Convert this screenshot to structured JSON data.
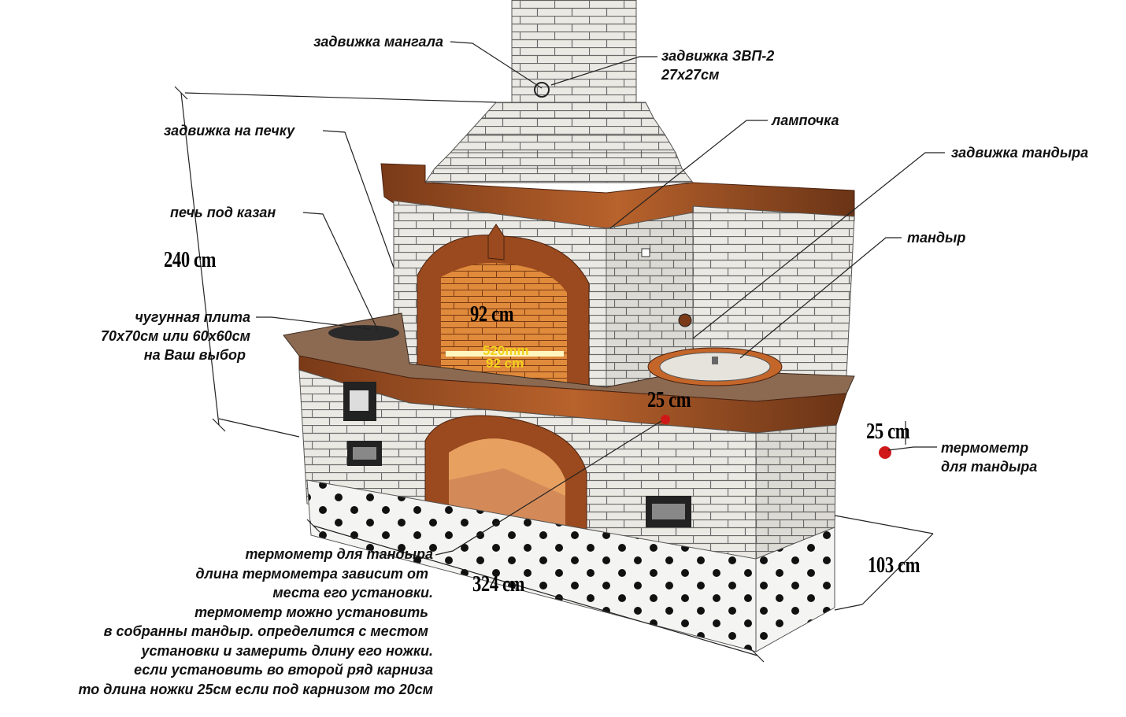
{
  "labels": {
    "mangal_damper": "задвижка мангала",
    "zvp_damper": "задвижка ЗВП-2",
    "zvp_size": "27x27см",
    "lamp": "лампочка",
    "stove_damper": "задвижка на печку",
    "tandoor_damper": "задвижка тандыра",
    "kazan_stove": "печь под казан",
    "tandoor": "тандыр",
    "cast_iron_1": "чугунная плита",
    "cast_iron_2": "70x70см или 60x60см",
    "cast_iron_3": "на Ваш выбор",
    "thermo_1": "термометр",
    "thermo_2": "для тандыра"
  },
  "dimensions": {
    "height": "240 cm",
    "arch_width": "92 cm",
    "grate_mm": "520mm",
    "grate_cm": "92 cm",
    "thermo_depth_front": "25 cm",
    "thermo_depth_side": "25 cm",
    "length": "324 cm",
    "depth": "103 cm"
  },
  "note": [
    "термометр для тандыра",
    "длина термометра зависит от",
    "места его установки.",
    "термометр можно установить",
    "в собранны тандыр. определится с местом",
    "установки и замерить длину его ножки.",
    "если установить  во второй ряд карниза",
    "то длина ножки 25см если под карнизом то 20см"
  ],
  "colors": {
    "brick_white": "#e9e7e2",
    "brick_red": "#c4662a",
    "cornice": "#8a4a22",
    "countertop": "#8c6a52",
    "thermometer": "#d01818"
  }
}
